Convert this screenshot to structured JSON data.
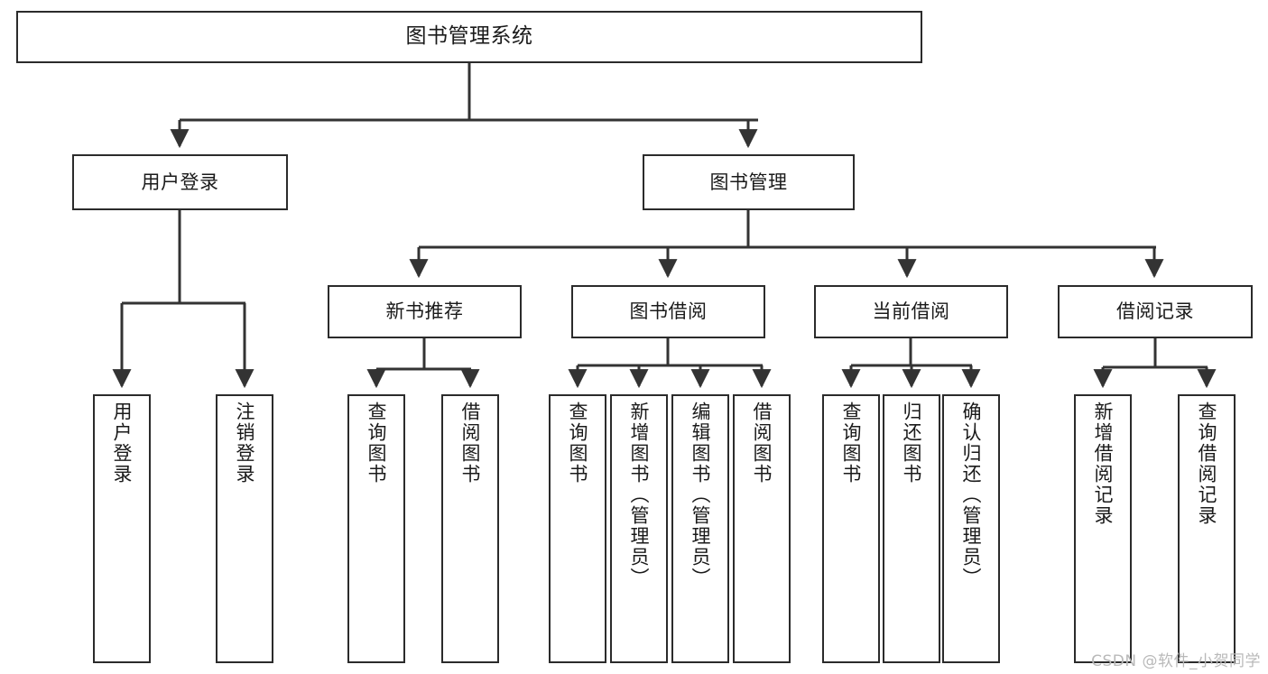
{
  "diagram": {
    "title": "图书管理系统",
    "type": "tree-hierarchy",
    "orientation": "top-down",
    "colors": {
      "node_border": "#2b2b2b",
      "node_fill": "#ffffff",
      "edge": "#333333",
      "text": "#1a1a1a",
      "background": "#ffffff",
      "watermark": "#b9b9b9"
    },
    "watermark": "CSDN @软件_小贺同学"
  },
  "nodes": {
    "root": {
      "label": "图书管理系统"
    },
    "level2": [
      {
        "id": "user-login",
        "label": "用户登录"
      },
      {
        "id": "book-manage",
        "label": "图书管理"
      }
    ],
    "level3": [
      {
        "id": "new-book-recommend",
        "label": "新书推荐"
      },
      {
        "id": "book-borrow",
        "label": "图书借阅"
      },
      {
        "id": "current-borrow",
        "label": "当前借阅"
      },
      {
        "id": "borrow-record",
        "label": "借阅记录"
      }
    ],
    "leaves": {
      "user_login": [
        {
          "id": "leaf-user-login",
          "label": "用户登录"
        },
        {
          "id": "leaf-logout-login",
          "label": "注销登录"
        }
      ],
      "new_book_recommend": [
        {
          "id": "leaf-query-book-1",
          "label": "查询图书"
        },
        {
          "id": "leaf-borrow-book-1",
          "label": "借阅图书"
        }
      ],
      "book_borrow": [
        {
          "id": "leaf-query-book-2",
          "label": "查询图书"
        },
        {
          "id": "leaf-add-book",
          "label": "新增图书（管理员）"
        },
        {
          "id": "leaf-edit-book",
          "label": "编辑图书（管理员）"
        },
        {
          "id": "leaf-borrow-book-2",
          "label": "借阅图书"
        }
      ],
      "current_borrow": [
        {
          "id": "leaf-query-book-3",
          "label": "查询图书"
        },
        {
          "id": "leaf-return-book",
          "label": "归还图书"
        },
        {
          "id": "leaf-confirm-return",
          "label": "确认归还（管理员）"
        }
      ],
      "borrow_record": [
        {
          "id": "leaf-add-record",
          "label": "新增借阅记录"
        },
        {
          "id": "leaf-query-record",
          "label": "查询借阅记录"
        }
      ]
    }
  }
}
